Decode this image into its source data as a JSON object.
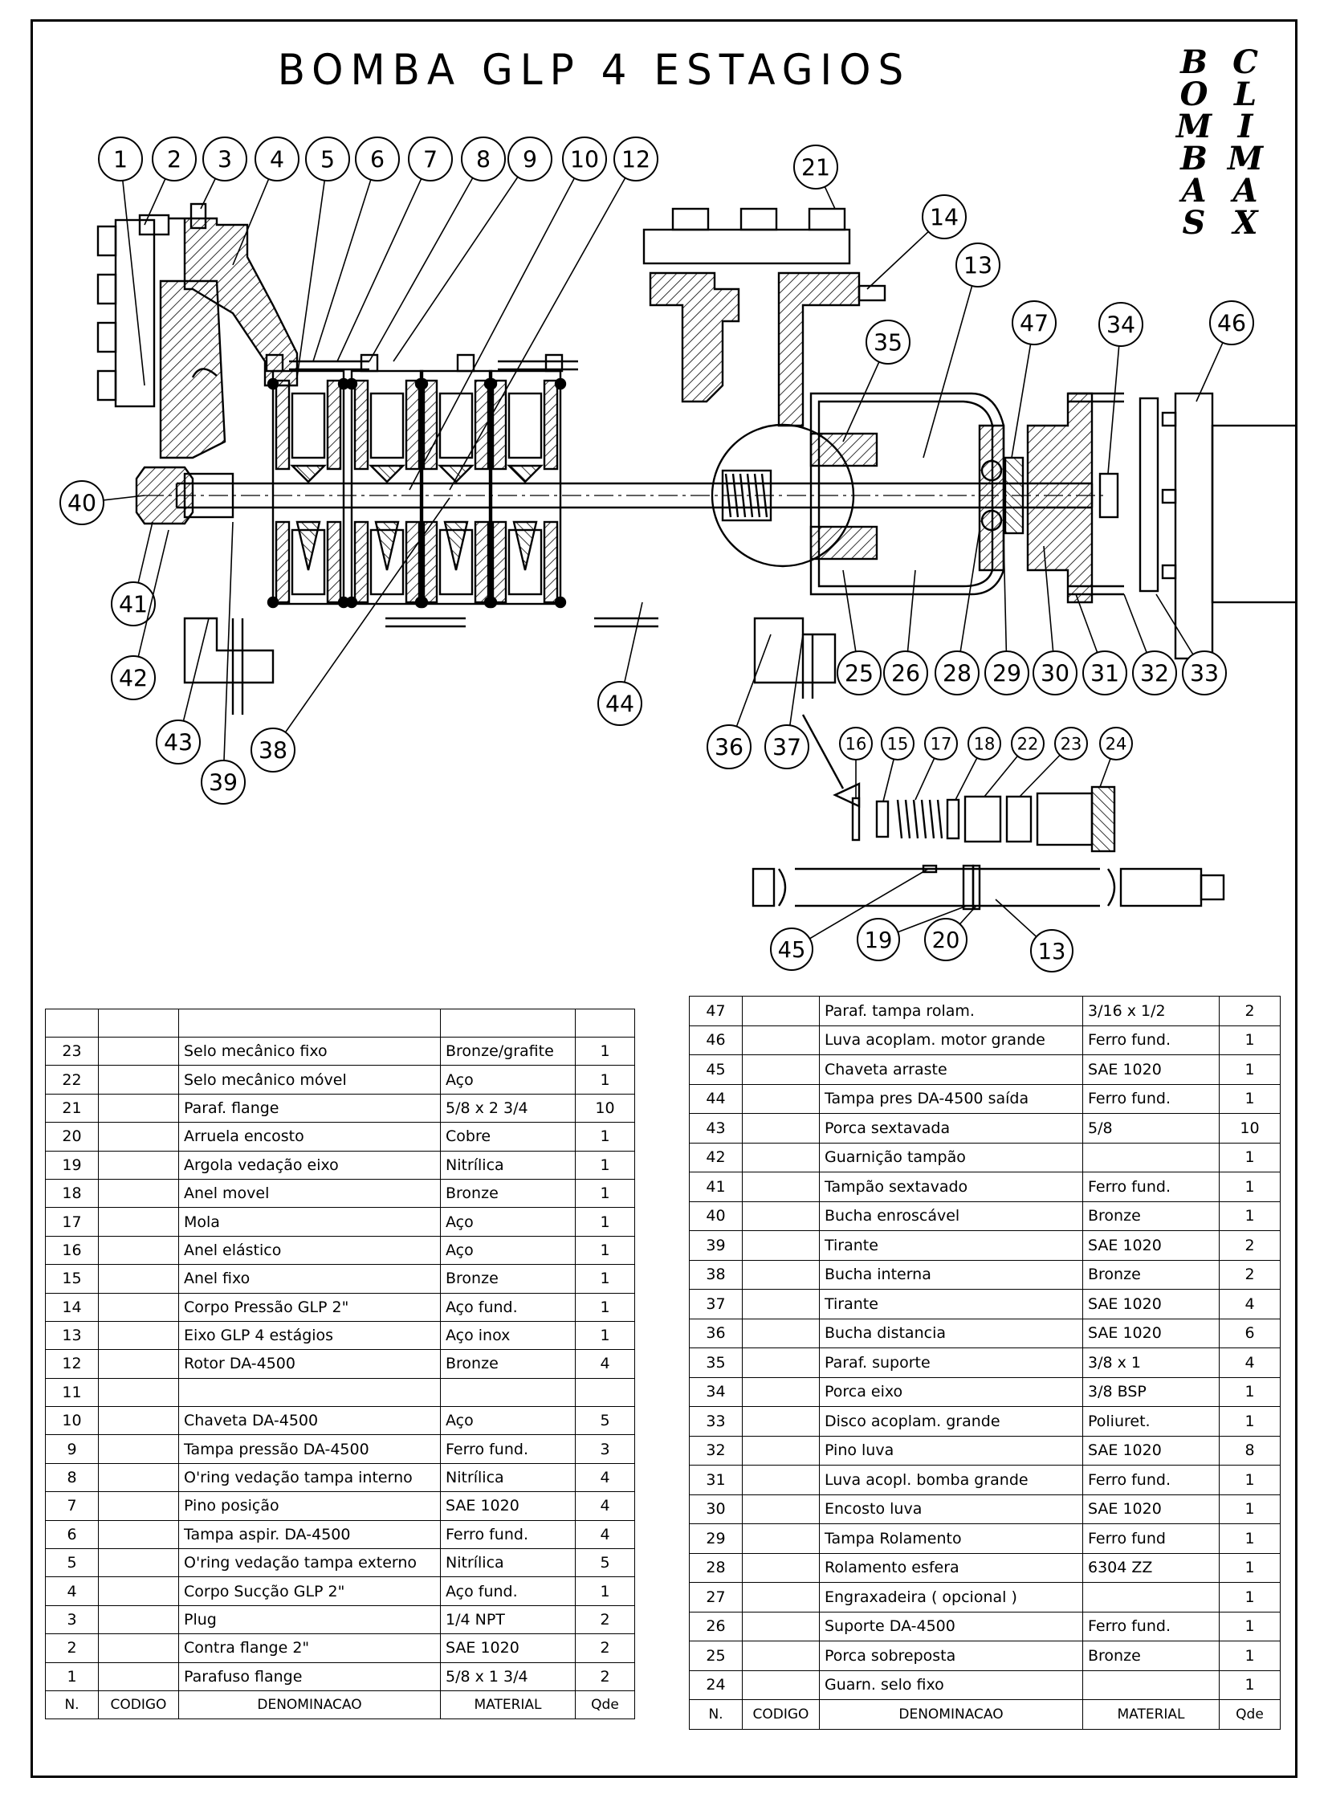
{
  "title": "BOMBA   GLP 4 ESTAGIOS",
  "logo": {
    "left_column": [
      "B",
      "O",
      "M",
      "B",
      "A",
      "S"
    ],
    "right_column": [
      "C",
      "L",
      "I",
      "M",
      "A",
      "X"
    ]
  },
  "callouts_top": [
    "1",
    "2",
    "3",
    "4",
    "5",
    "6",
    "7",
    "8",
    "9",
    "10",
    "12",
    "21",
    "14",
    "13",
    "35",
    "47",
    "34",
    "46"
  ],
  "callouts_bottom": [
    "40",
    "41",
    "42",
    "43",
    "39",
    "38",
    "44",
    "36",
    "37",
    "25",
    "26",
    "28",
    "29",
    "30",
    "31",
    "32",
    "33"
  ],
  "seal_callouts": [
    "16",
    "15",
    "17",
    "18",
    "22",
    "23",
    "24"
  ],
  "shaft_callouts": [
    "45",
    "19",
    "20",
    "13"
  ],
  "table_headers": {
    "n": "N.",
    "codigo": "CODIGO",
    "denominacao": "DENOMINACAO",
    "material": "MATERIAL",
    "qde": "Qde"
  },
  "parts_left": [
    {
      "n": "23",
      "codigo": "",
      "denominacao": "Selo mecânico fixo",
      "material": "Bronze/grafite",
      "qde": "1"
    },
    {
      "n": "22",
      "codigo": "",
      "denominacao": "Selo mecânico móvel",
      "material": "Aço",
      "qde": "1"
    },
    {
      "n": "21",
      "codigo": "",
      "denominacao": "Paraf. flange",
      "material": "5/8 x 2 3/4",
      "qde": "10"
    },
    {
      "n": "20",
      "codigo": "",
      "denominacao": "Arruela encosto",
      "material": "Cobre",
      "qde": "1"
    },
    {
      "n": "19",
      "codigo": "",
      "denominacao": "Argola vedação eixo",
      "material": "Nitrílica",
      "qde": "1"
    },
    {
      "n": "18",
      "codigo": "",
      "denominacao": "Anel movel",
      "material": "Bronze",
      "qde": "1"
    },
    {
      "n": "17",
      "codigo": "",
      "denominacao": "Mola",
      "material": "Aço",
      "qde": "1"
    },
    {
      "n": "16",
      "codigo": "",
      "denominacao": "Anel elástico",
      "material": "Aço",
      "qde": "1"
    },
    {
      "n": "15",
      "codigo": "",
      "denominacao": "Anel fixo",
      "material": "Bronze",
      "qde": "1"
    },
    {
      "n": "14",
      "codigo": "",
      "denominacao": "Corpo Pressão GLP 2\"",
      "material": "Aço fund.",
      "qde": "1"
    },
    {
      "n": "13",
      "codigo": "",
      "denominacao": "Eixo GLP 4 estágios",
      "material": "Aço inox",
      "qde": "1"
    },
    {
      "n": "12",
      "codigo": "",
      "denominacao": "Rotor DA-4500",
      "material": "Bronze",
      "qde": "4"
    },
    {
      "n": "11",
      "codigo": "",
      "denominacao": "",
      "material": "",
      "qde": ""
    },
    {
      "n": "10",
      "codigo": "",
      "denominacao": "Chaveta DA-4500",
      "material": "Aço",
      "qde": "5"
    },
    {
      "n": "9",
      "codigo": "",
      "denominacao": "Tampa pressão DA-4500",
      "material": "Ferro fund.",
      "qde": "3"
    },
    {
      "n": "8",
      "codigo": "",
      "denominacao": "O'ring vedação tampa interno",
      "material": "Nitrílica",
      "qde": "4"
    },
    {
      "n": "7",
      "codigo": "",
      "denominacao": "Pino posição",
      "material": "SAE 1020",
      "qde": "4"
    },
    {
      "n": "6",
      "codigo": "",
      "denominacao": "Tampa aspir. DA-4500",
      "material": "Ferro fund.",
      "qde": "4"
    },
    {
      "n": "5",
      "codigo": "",
      "denominacao": "O'ring vedação tampa externo",
      "material": "Nitrílica",
      "qde": "5"
    },
    {
      "n": "4",
      "codigo": "",
      "denominacao": "Corpo Sucção GLP 2\"",
      "material": "Aço fund.",
      "qde": "1"
    },
    {
      "n": "3",
      "codigo": "",
      "denominacao": "Plug",
      "material": "1/4 NPT",
      "qde": "2"
    },
    {
      "n": "2",
      "codigo": "",
      "denominacao": "Contra flange 2\"",
      "material": "SAE 1020",
      "qde": "2"
    },
    {
      "n": "1",
      "codigo": "",
      "denominacao": "Parafuso flange",
      "material": "5/8 x 1 3/4",
      "qde": "2"
    }
  ],
  "parts_right": [
    {
      "n": "47",
      "codigo": "",
      "denominacao": "Paraf. tampa rolam.",
      "material": "3/16 x 1/2",
      "qde": "2"
    },
    {
      "n": "46",
      "codigo": "",
      "denominacao": "Luva acoplam. motor grande",
      "material": "Ferro fund.",
      "qde": "1"
    },
    {
      "n": "45",
      "codigo": "",
      "denominacao": "Chaveta arraste",
      "material": "SAE 1020",
      "qde": "1"
    },
    {
      "n": "44",
      "codigo": "",
      "denominacao": "Tampa pres DA-4500 saída",
      "material": "Ferro fund.",
      "qde": "1"
    },
    {
      "n": "43",
      "codigo": "",
      "denominacao": "Porca sextavada",
      "material": "5/8",
      "qde": "10"
    },
    {
      "n": "42",
      "codigo": "",
      "denominacao": "Guarnição tampão",
      "material": "",
      "qde": "1"
    },
    {
      "n": "41",
      "codigo": "",
      "denominacao": "Tampão sextavado",
      "material": "Ferro fund.",
      "qde": "1"
    },
    {
      "n": "40",
      "codigo": "",
      "denominacao": "Bucha enroscável",
      "material": "Bronze",
      "qde": "1"
    },
    {
      "n": "39",
      "codigo": "",
      "denominacao": "Tirante",
      "material": "SAE 1020",
      "qde": "2"
    },
    {
      "n": "38",
      "codigo": "",
      "denominacao": "Bucha interna",
      "material": "Bronze",
      "qde": "2"
    },
    {
      "n": "37",
      "codigo": "",
      "denominacao": "Tirante",
      "material": "SAE 1020",
      "qde": "4"
    },
    {
      "n": "36",
      "codigo": "",
      "denominacao": "Bucha distancia",
      "material": "SAE 1020",
      "qde": "6"
    },
    {
      "n": "35",
      "codigo": "",
      "denominacao": "Paraf. suporte",
      "material": "3/8 x 1",
      "qde": "4"
    },
    {
      "n": "34",
      "codigo": "",
      "denominacao": "Porca eixo",
      "material": "3/8 BSP",
      "qde": "1"
    },
    {
      "n": "33",
      "codigo": "",
      "denominacao": "Disco acoplam. grande",
      "material": "Poliuret.",
      "qde": "1"
    },
    {
      "n": "32",
      "codigo": "",
      "denominacao": "Pino luva",
      "material": "SAE 1020",
      "qde": "8"
    },
    {
      "n": "31",
      "codigo": "",
      "denominacao": "Luva acopl. bomba grande",
      "material": "Ferro fund.",
      "qde": "1"
    },
    {
      "n": "30",
      "codigo": "",
      "denominacao": "Encosto luva",
      "material": "SAE 1020",
      "qde": "1"
    },
    {
      "n": "29",
      "codigo": "",
      "denominacao": "Tampa Rolamento",
      "material": "Ferro fund",
      "qde": "1"
    },
    {
      "n": "28",
      "codigo": "",
      "denominacao": "Rolamento esfera",
      "material": "6304 ZZ",
      "qde": "1"
    },
    {
      "n": "27",
      "codigo": "",
      "denominacao": "Engraxadeira ( opcional )",
      "material": "",
      "qde": "1"
    },
    {
      "n": "26",
      "codigo": "",
      "denominacao": "Suporte DA-4500",
      "material": "Ferro fund.",
      "qde": "1"
    },
    {
      "n": "25",
      "codigo": "",
      "denominacao": "Porca sobreposta",
      "material": "Bronze",
      "qde": "1"
    },
    {
      "n": "24",
      "codigo": "",
      "denominacao": "Guarn. selo fixo",
      "material": "",
      "qde": "1"
    }
  ]
}
